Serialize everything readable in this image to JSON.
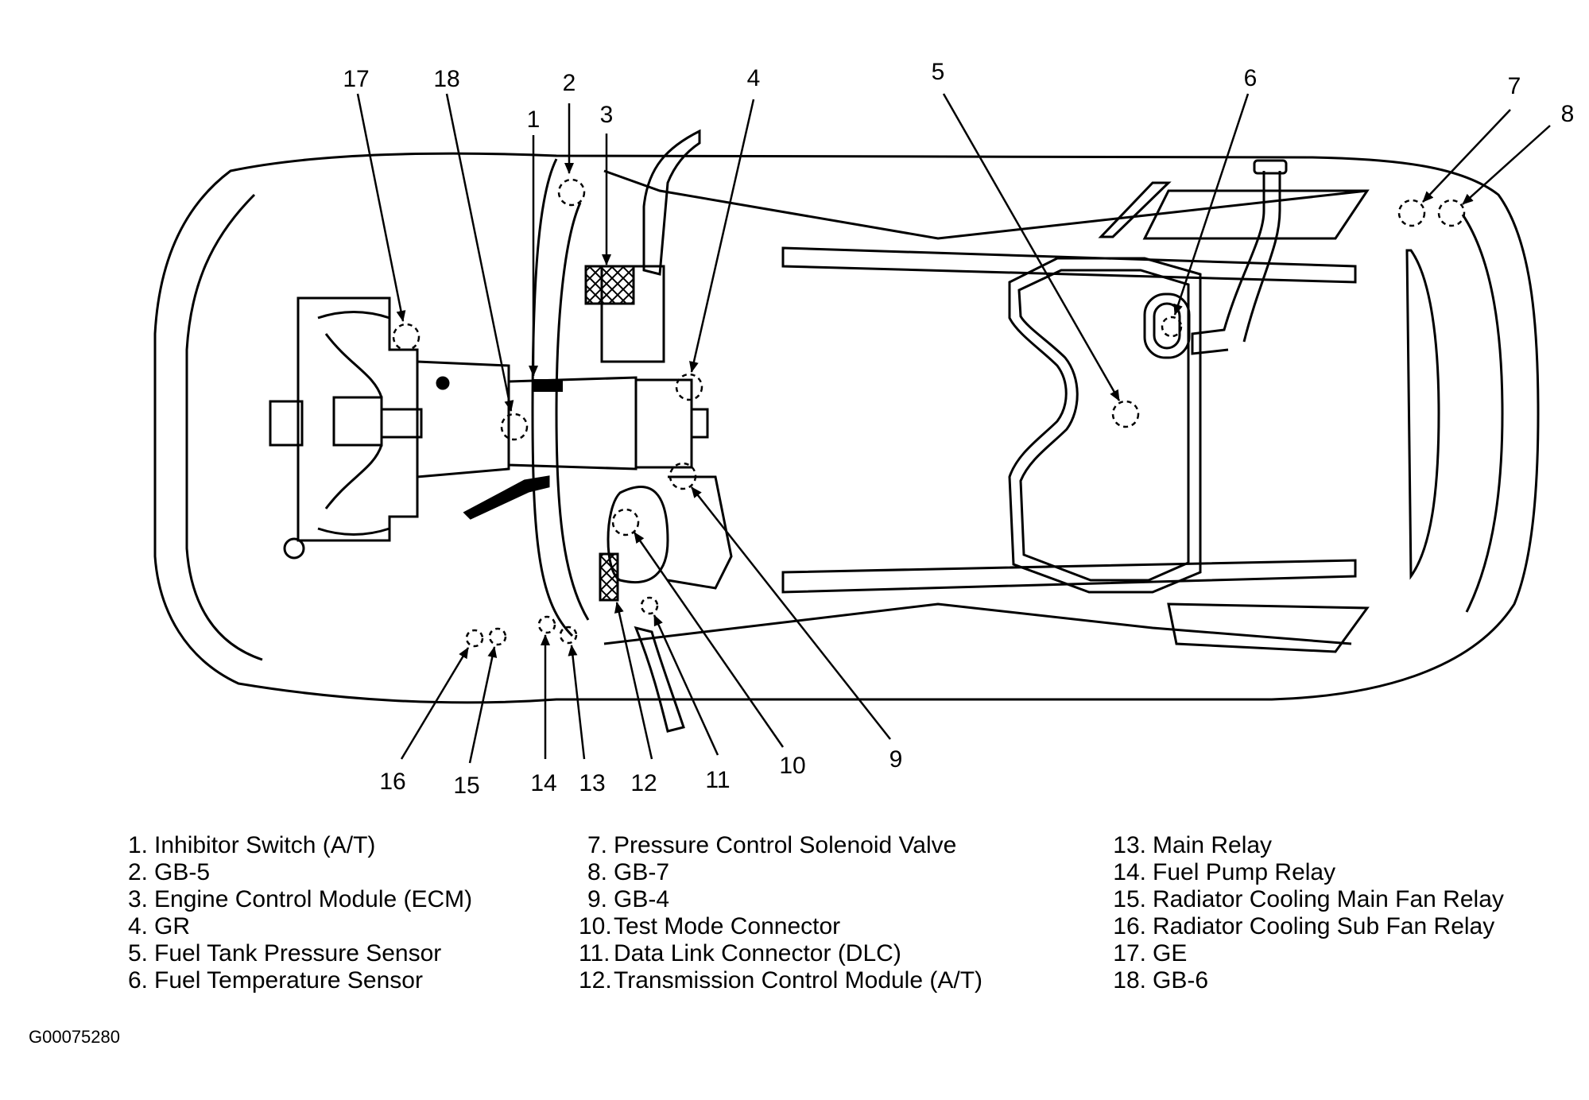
{
  "figure_code": "G00075280",
  "legend": [
    {
      "num": "1.",
      "label": "Inhibitor Switch (A/T)"
    },
    {
      "num": "2.",
      "label": "GB-5"
    },
    {
      "num": "3.",
      "label": "Engine Control Module (ECM)"
    },
    {
      "num": "4.",
      "label": "GR"
    },
    {
      "num": "5.",
      "label": "Fuel Tank Pressure Sensor"
    },
    {
      "num": "6.",
      "label": "Fuel Temperature Sensor"
    },
    {
      "num": "7.",
      "label": "Pressure Control Solenoid Valve"
    },
    {
      "num": "8.",
      "label": "GB-7"
    },
    {
      "num": "9.",
      "label": "GB-4"
    },
    {
      "num": "10.",
      "label": "Test Mode Connector"
    },
    {
      "num": "11.",
      "label": "Data Link Connector (DLC)"
    },
    {
      "num": "12.",
      "label": "Transmission Control Module (A/T)"
    },
    {
      "num": "13.",
      "label": "Main Relay"
    },
    {
      "num": "14.",
      "label": "Fuel Pump Relay"
    },
    {
      "num": "15.",
      "label": "Radiator Cooling Main Fan Relay"
    },
    {
      "num": "16.",
      "label": "Radiator Cooling Sub Fan Relay"
    },
    {
      "num": "17.",
      "label": "GE"
    },
    {
      "num": "18.",
      "label": "GB-6"
    }
  ],
  "callouts": [
    "1",
    "2",
    "3",
    "4",
    "5",
    "6",
    "7",
    "8",
    "9",
    "10",
    "11",
    "12",
    "13",
    "14",
    "15",
    "16",
    "17",
    "18"
  ]
}
